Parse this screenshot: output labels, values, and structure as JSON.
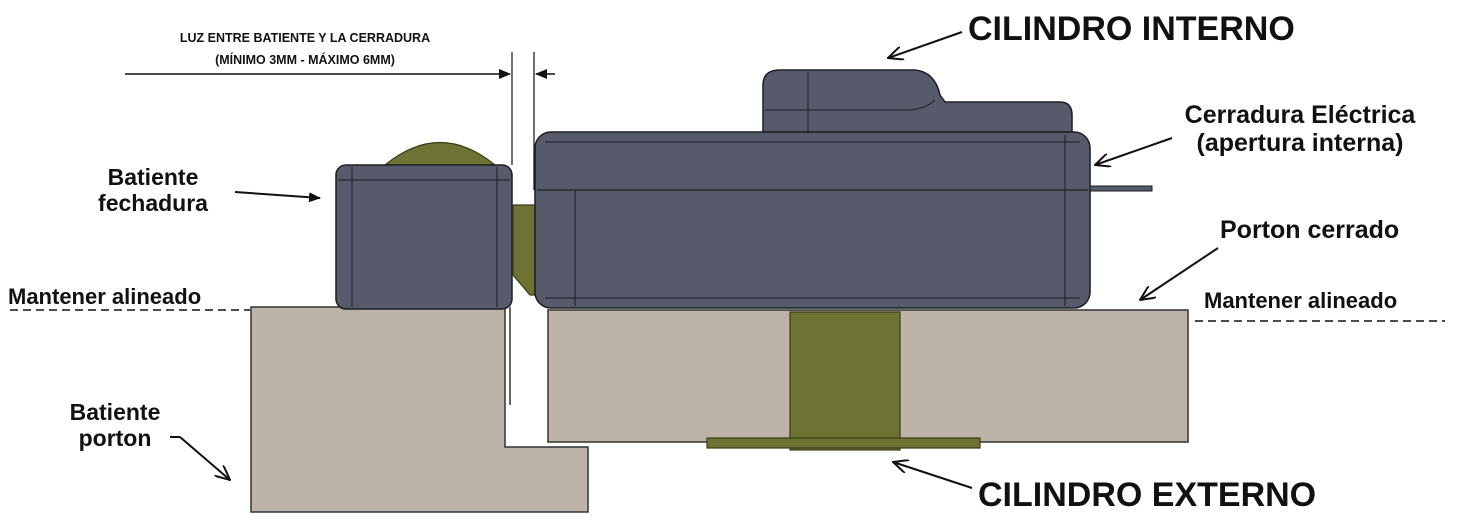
{
  "labels": {
    "gap_line1": "LUZ ENTRE BATIENTE Y LA CERRADURA",
    "gap_line2": "(MÍNIMO 3MM - MÁXIMO 6MM)",
    "cilindro_interno": "CILINDRO INTERNO",
    "cerradura_line1": "Cerradura Eléctrica",
    "cerradura_line2": "(apertura interna)",
    "batiente_fech_line1": "Batiente",
    "batiente_fech_line2": "fechadura",
    "porton_cerrado": "Porton cerrado",
    "mantener_left": "Mantener alineado",
    "mantener_right": "Mantener alineado",
    "batiente_porton_line1": "Batiente",
    "batiente_porton_line2": "porton",
    "cilindro_externo": "CILINDRO EXTERNO"
  },
  "colors": {
    "lock_body": "#565a6b",
    "lock_outline": "#1c1d24",
    "gate": "#bdb3a8",
    "gate_outline": "#333333",
    "cylinder": "#6e7232",
    "cylinder_outline": "#3a3c18"
  }
}
